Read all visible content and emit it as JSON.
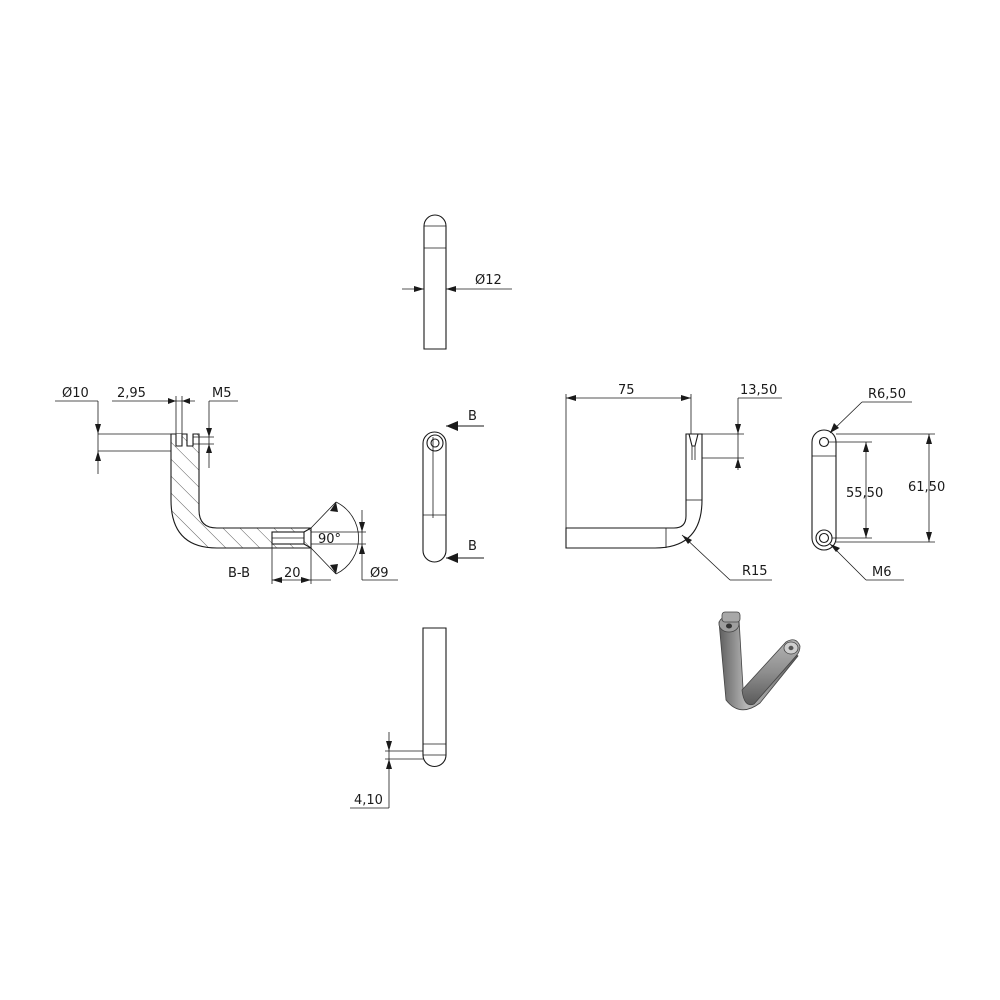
{
  "dimensions": {
    "top_view_diameter": "Ø12",
    "section_outer_diameter": "Ø10",
    "slot_width": "2,95",
    "thread_small": "M5",
    "section_bore_depth": "20",
    "countersink_angle": "90°",
    "bore_diameter": "Ø9",
    "section_label": "B-B",
    "front_section_marker_top": "B",
    "front_section_marker_bottom": "B",
    "side_length": "75",
    "side_offset": "13,50",
    "bend_radius": "R15",
    "end_radius": "R6,50",
    "center_distance": "55,50",
    "overall_height": "61,50",
    "thread_large": "M6",
    "bottom_view_offset": "4,10"
  },
  "colors": {
    "line": "#1a1a1a",
    "render_metal": "#8c8c8c",
    "background": "#ffffff"
  }
}
